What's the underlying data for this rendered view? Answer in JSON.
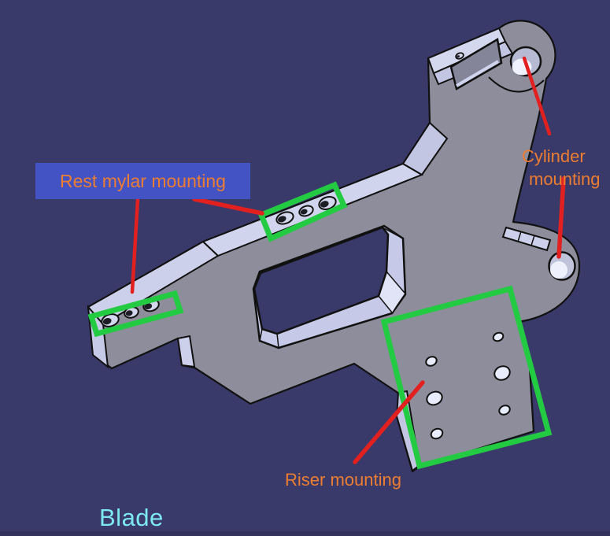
{
  "slide": {
    "background_color": "#3a3a6a",
    "footer_strip_color": "#32325c"
  },
  "part": {
    "description": "gray CAD bracket part shown in 3D view",
    "body_color": "#8d8d9c",
    "highlight_face_color": "#ccd0ea",
    "edge_color": "#111111"
  },
  "annotations": {
    "highlight_box_color": "#22cb41",
    "callout_color": "#e32020",
    "text_color": "#ed7d31",
    "rest_mylar": {
      "label": "Rest mylar mounting",
      "box_color": "#4353c4"
    },
    "cylinder": {
      "line1": "Cylinder",
      "line2": "mounting"
    },
    "riser": {
      "label": "Riser mounting"
    }
  },
  "caption": {
    "label": "Blade",
    "color": "#7de9f0"
  }
}
